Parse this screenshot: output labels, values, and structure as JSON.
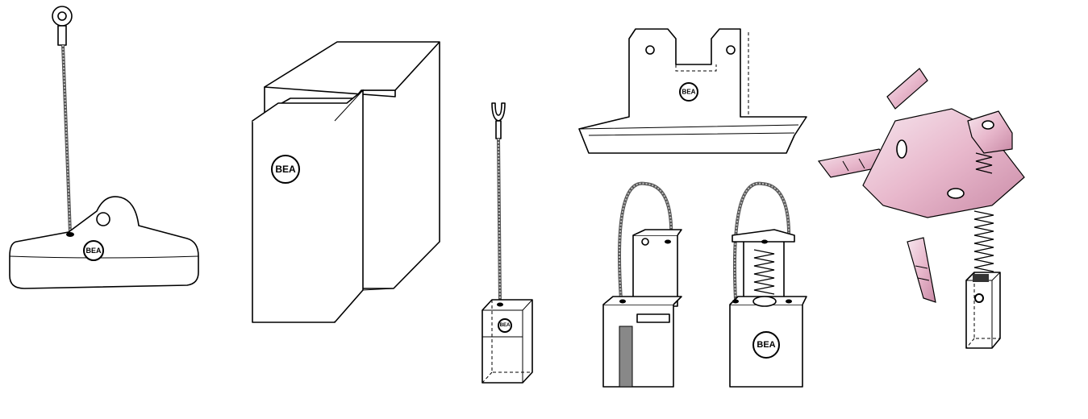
{
  "logo_text": "BEA",
  "colors": {
    "clip_pink": "#e8b8cc",
    "line": "#000000",
    "background": "#ffffff"
  },
  "items": [
    {
      "name": "brush-with-eyelet-terminal"
    },
    {
      "name": "large-block-brush"
    },
    {
      "name": "brush-with-fork-terminal"
    },
    {
      "name": "brush-bracket"
    },
    {
      "name": "brush-holder-assembly"
    },
    {
      "name": "brush-holder-with-spring"
    },
    {
      "name": "spring-clip-brush"
    }
  ]
}
